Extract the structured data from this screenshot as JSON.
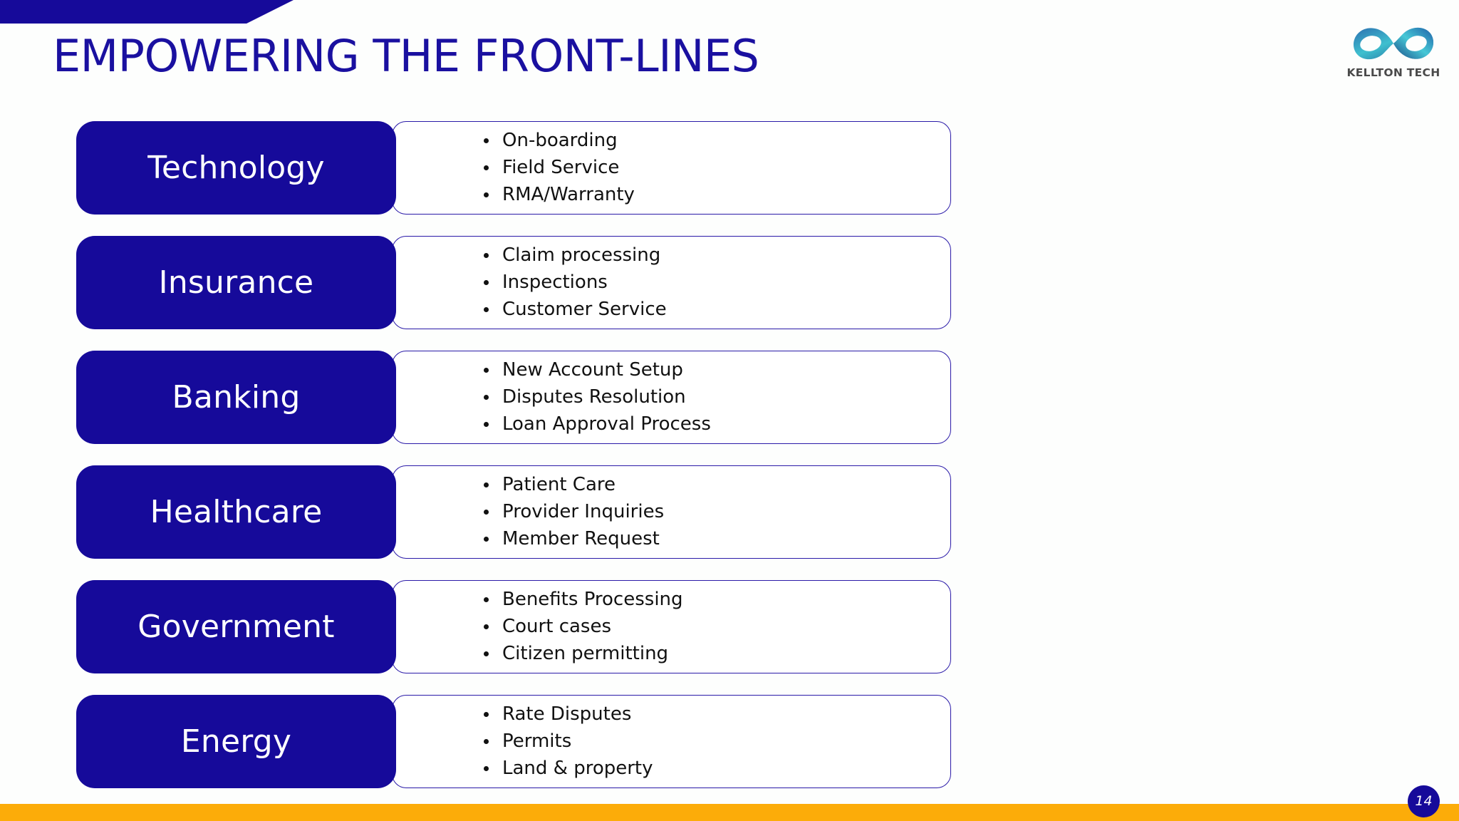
{
  "slide": {
    "title": "EMPOWERING THE FRONT-LINES",
    "page_number": "14"
  },
  "brand": {
    "logo_text": "KELLTON TECH",
    "logo_icon": "infinity-icon",
    "navy": "#160a9a",
    "orange": "#fcac09",
    "logo_teal": "#2fb6c4",
    "logo_blue": "#1f5fa8"
  },
  "rows": [
    {
      "label": "Technology",
      "bullets": [
        "On-boarding",
        "Field Service",
        "RMA/Warranty"
      ]
    },
    {
      "label": "Insurance",
      "bullets": [
        "Claim processing",
        "Inspections",
        "Customer Service"
      ]
    },
    {
      "label": "Banking",
      "bullets": [
        "New Account Setup",
        "Disputes Resolution",
        "Loan Approval Process"
      ]
    },
    {
      "label": "Healthcare",
      "bullets": [
        "Patient Care",
        "Provider Inquiries",
        "Member Request"
      ]
    },
    {
      "label": "Government",
      "bullets": [
        "Benefits Processing",
        "Court cases",
        "Citizen permitting"
      ]
    },
    {
      "label": "Energy",
      "bullets": [
        "Rate Disputes",
        "Permits",
        "Land & property"
      ]
    }
  ]
}
